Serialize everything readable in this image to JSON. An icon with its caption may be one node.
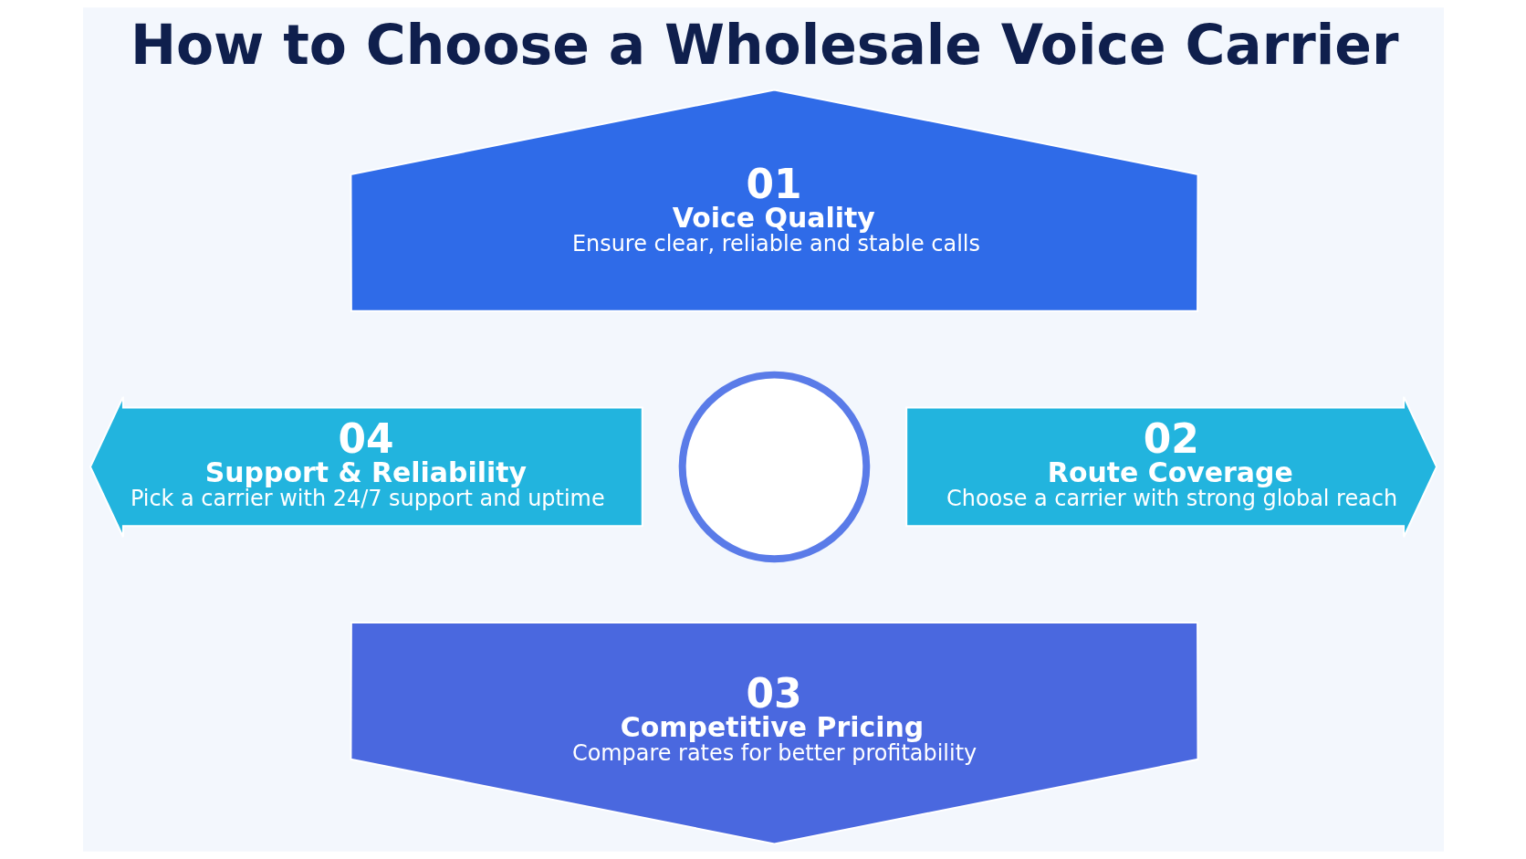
{
  "diagram": {
    "title": "How to Choose a Wholesale Voice Carrier",
    "nodes": [
      {
        "text": [
          "01",
          "Voice Quality",
          "Ensure clear, reliable and stable calls"
        ]
      },
      {
        "text": [
          "04",
          "Support & Reliability",
          "Pick a carrier with 24/7 support and uptime"
        ]
      },
      {
        "text": [],
        "shape": "circle"
      },
      {
        "text": [
          "02",
          "Route Coverage",
          "Choose a carrier with strong global reach"
        ]
      },
      {
        "text": [
          "03",
          "Competitive Pricing",
          "Compare rates for better profitability"
        ]
      }
    ],
    "edges": []
  }
}
